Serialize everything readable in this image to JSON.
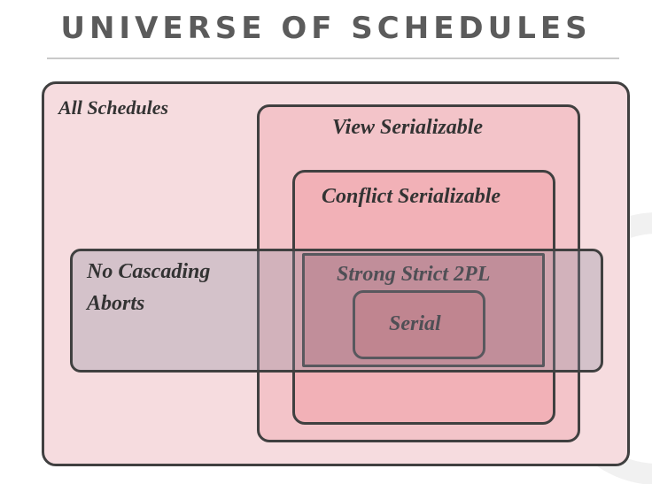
{
  "title": "UNIVERSE OF SCHEDULES",
  "regions": {
    "all_schedules": "All Schedules",
    "view_serializable": "View Serializable",
    "conflict_serializable": "Conflict Serializable",
    "strong_strict_2pl": "Strong Strict 2PL",
    "serial": "Serial",
    "no_cascading_aborts_line1": "No Cascading",
    "no_cascading_aborts_line2": "Aborts"
  }
}
